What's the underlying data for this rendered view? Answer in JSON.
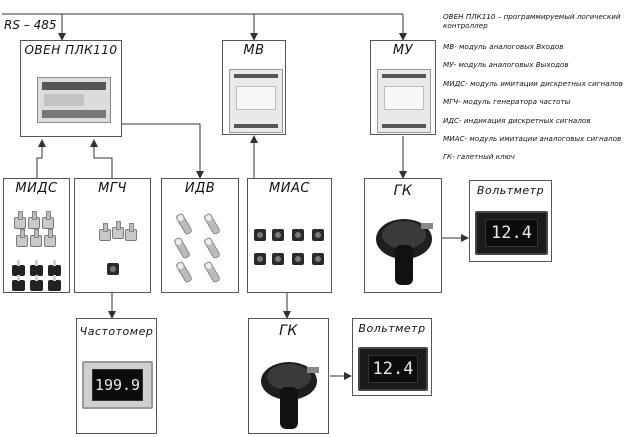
{
  "bus_label": "RS – 485",
  "blocks": {
    "plc": {
      "title": "ОВЕН ПЛК110"
    },
    "mv": {
      "title": "МВ"
    },
    "mu": {
      "title": "МУ"
    },
    "mids": {
      "title": "МИДС"
    },
    "mgch": {
      "title": "МГЧ"
    },
    "idv": {
      "title": "ИДВ"
    },
    "mias": {
      "title": "МИАС"
    },
    "gk_top": {
      "title": "ГК"
    },
    "voltmeter_top": {
      "title": "Вольтметр",
      "reading": "12.4"
    },
    "frequency_meter": {
      "title": "Частотомер",
      "reading": "199.9"
    },
    "gk_bottom": {
      "title": "ГК"
    },
    "voltmeter_bottom": {
      "title": "Вольтметр",
      "reading": "12.4"
    }
  },
  "legend": [
    "ОВЕН ПЛК110 – программируемый логический контроллер",
    "МВ- модуль аналоговых Входов",
    "МУ- модуль аналоговых Выходов",
    "МИДС- модуль имитации дискретных сигналов",
    "МГЧ- модуль генератора частоты",
    "ИДС- индикация дискретных сигналов",
    "МИАС- модуль имитации аналоговых сигналов",
    "ГК- галетный ключ"
  ]
}
